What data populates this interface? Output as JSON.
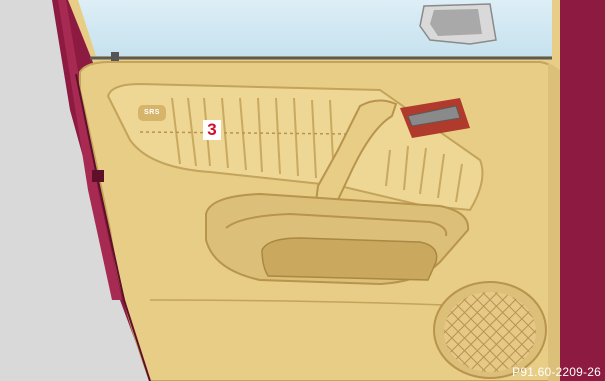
{
  "figure": {
    "callout_number": "3",
    "airbag_label": "SRS",
    "figure_code": "P91.60-2209-26"
  },
  "colors": {
    "body_paint": "#8d1a40",
    "door_trim": "#e8cd86",
    "door_trim_shadow": "#c9a95f",
    "window_glass": "#cde7f1",
    "handle_recess": "#b03a2c",
    "callout_text": "#d0102a"
  }
}
